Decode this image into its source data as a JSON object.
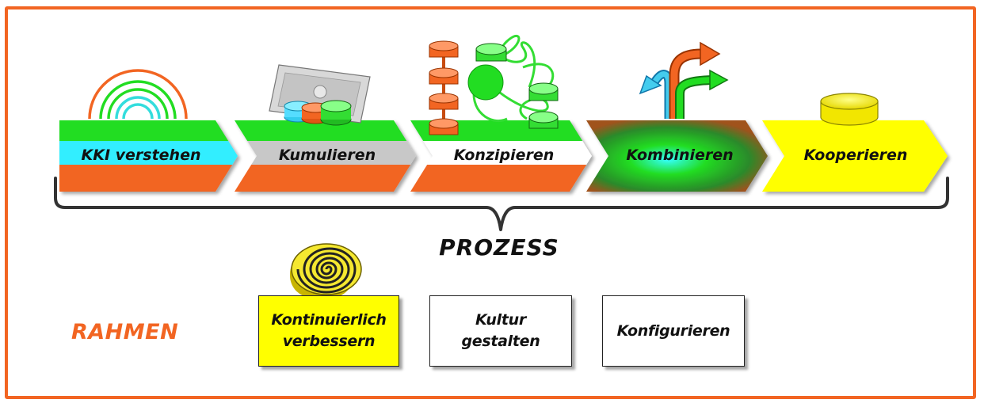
{
  "process": {
    "steps": [
      {
        "label": "KKI verstehen"
      },
      {
        "label": "Kumulieren"
      },
      {
        "label": "Konzipieren"
      },
      {
        "label": "Kombinieren"
      },
      {
        "label": "Kooperieren"
      }
    ],
    "brace_label": "PROZESS"
  },
  "framework": {
    "label": "RAHMEN",
    "boxes": [
      {
        "label": "Kontinuierlich\nverbessern",
        "fill": "#ffff00"
      },
      {
        "label": "Kultur\ngestalten",
        "fill": "#ffffff"
      },
      {
        "label": "Konfigurieren",
        "fill": "#ffffff"
      }
    ]
  },
  "colors": {
    "frame": "#f26522",
    "orange": "#f26522",
    "green": "#22dd22",
    "cyan": "#33eeff",
    "grey": "#c8c8c8",
    "yellow": "#ffff00",
    "brown": "#8b4513"
  },
  "icons": [
    "rainbow-arcs-icon",
    "database-cards-icon",
    "molecule-network-icon",
    "diverging-arrows-icon",
    "cylinder-icon",
    "spiral-icon"
  ]
}
